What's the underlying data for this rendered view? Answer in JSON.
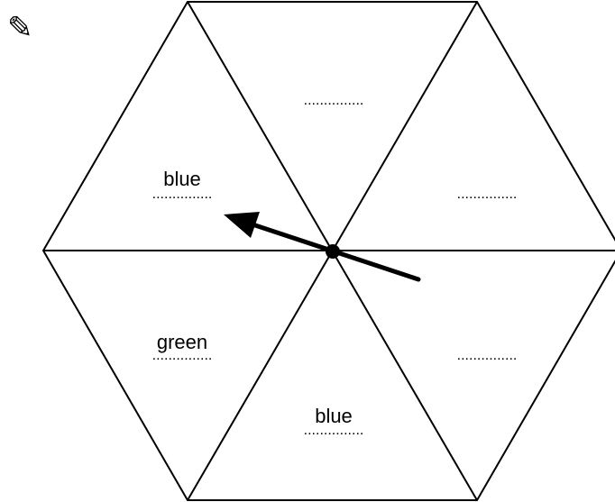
{
  "pencil_icon": "pencil-icon",
  "spinner": {
    "segments": [
      {
        "id": "top",
        "label": "",
        "blank": "..............."
      },
      {
        "id": "upper-right",
        "label": "",
        "blank": "..............."
      },
      {
        "id": "lower-right",
        "label": "",
        "blank": "..............."
      },
      {
        "id": "bottom",
        "label": "blue",
        "blank": "..............."
      },
      {
        "id": "lower-left",
        "label": "green",
        "blank": "..............."
      },
      {
        "id": "upper-left",
        "label": "blue",
        "blank": "..............."
      }
    ]
  },
  "colors": {
    "stroke": "#000000",
    "background": "#ffffff"
  }
}
